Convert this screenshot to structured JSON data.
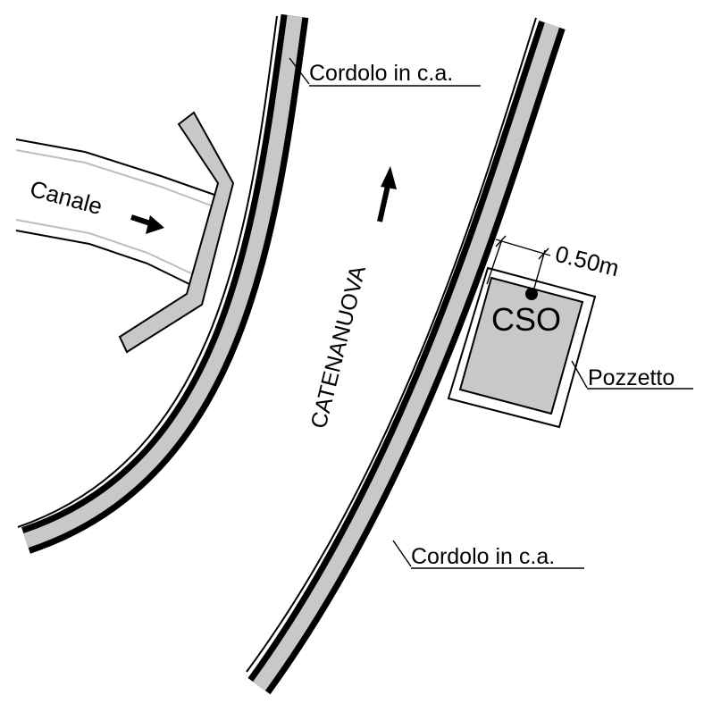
{
  "labels": {
    "cordolo_top": "Cordolo in c.a.",
    "cordolo_bottom": "Cordolo in c.a.",
    "canale": "Canale",
    "catenanuova": "CATENANUOVA",
    "cso": "CSO",
    "pozzetto": "Pozzetto",
    "dimension": "0.50m"
  },
  "colors": {
    "concrete_fill": "#c8c8c8",
    "stroke": "#000000",
    "canal_edge": "#bdbdbd",
    "background": "#ffffff"
  }
}
